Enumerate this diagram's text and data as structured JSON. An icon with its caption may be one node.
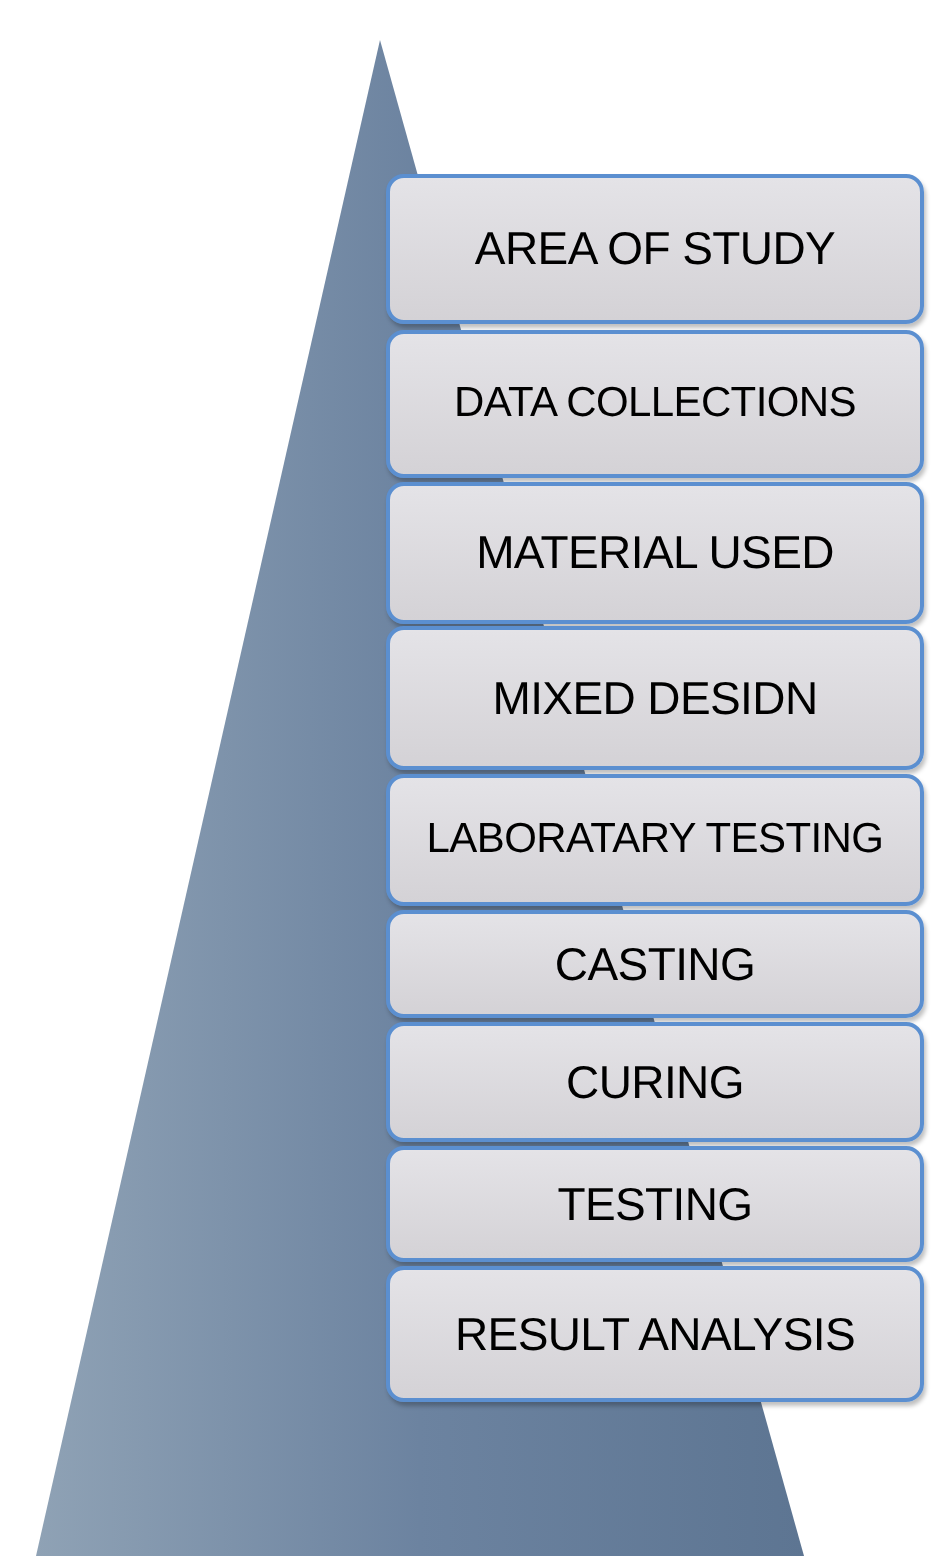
{
  "diagram": {
    "nodes": [
      {
        "text": [
          "AREA OF STUDY"
        ]
      },
      {
        "text": [
          "DATA COLLECTIONS"
        ]
      },
      {
        "text": [
          "MATERIAL USED"
        ]
      },
      {
        "text": [
          "MIXED DESIDN"
        ]
      },
      {
        "text": [
          "LABORATARY TESTING"
        ]
      },
      {
        "text": [
          "CASTING"
        ]
      },
      {
        "text": [
          "CURING"
        ]
      },
      {
        "text": [
          "TESTING"
        ]
      },
      {
        "text": [
          "RESULT ANALYSIS"
        ]
      }
    ]
  }
}
